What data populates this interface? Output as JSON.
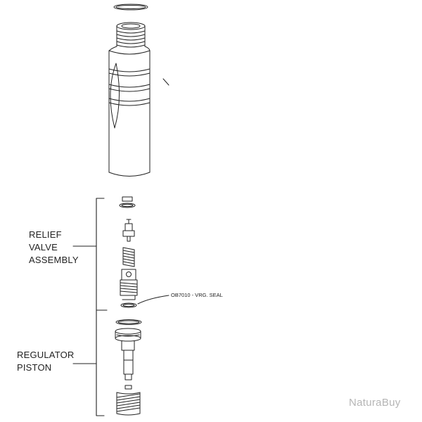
{
  "labels": {
    "relief_valve": [
      "RELIEF",
      "VALVE",
      "ASSEMBLY"
    ],
    "regulator_piston": [
      "REGULATOR",
      "PISTON"
    ],
    "seal_callout": "OB7010 - VRG. SEAL"
  },
  "watermark": "NaturaBuy",
  "colors": {
    "line": "#222222",
    "watermark": "#b5b5b5",
    "background": "#ffffff"
  }
}
